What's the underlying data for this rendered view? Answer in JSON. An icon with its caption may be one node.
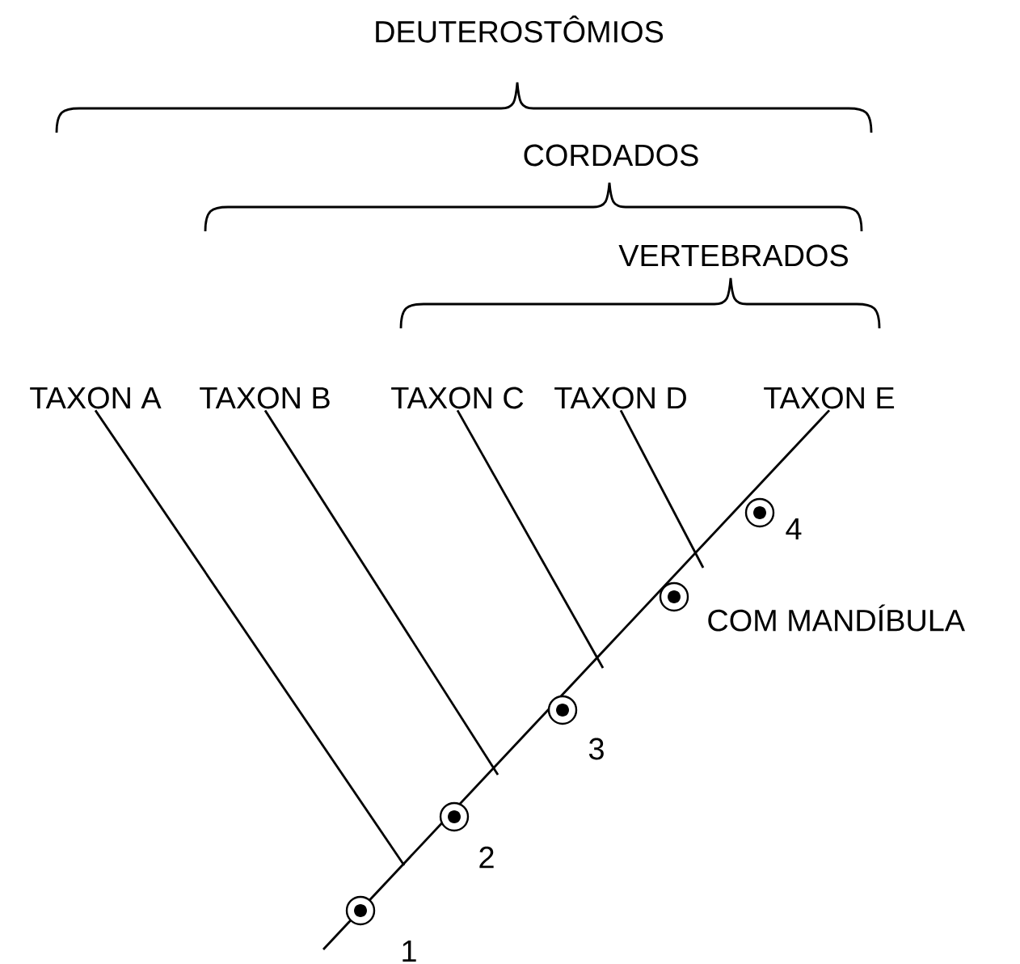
{
  "diagram": {
    "nodes": [
      {
        "text": [
          "TAXON A"
        ]
      },
      {
        "text": [
          "TAXON B"
        ]
      },
      {
        "text": [
          "TAXON C"
        ]
      },
      {
        "text": [
          "TAXON D"
        ]
      },
      {
        "text": [
          "TAXON E"
        ]
      }
    ],
    "edges": [
      {
        "from": 0,
        "to": null,
        "arrow": "none"
      },
      {
        "from": 1,
        "to": null,
        "arrow": "none"
      },
      {
        "from": 2,
        "to": null,
        "arrow": "none"
      },
      {
        "from": 3,
        "to": null,
        "arrow": "none"
      },
      {
        "from": null,
        "to": 4,
        "arrow": "none"
      }
    ],
    "labels": [
      "DEUTEROSTÔMIOS",
      "CORDADOS",
      "VERTEBRADOS",
      "4",
      "COM MANDÍBULA",
      "3",
      "2",
      "1"
    ]
  }
}
